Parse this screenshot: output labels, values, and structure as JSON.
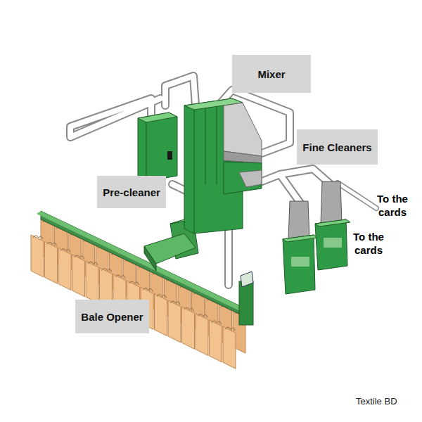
{
  "diagram": {
    "nodes": [
      {
        "text": [
          "Mixer"
        ]
      },
      {
        "text": [
          "Fine Cleaners"
        ]
      },
      {
        "text": [
          "Pre-cleaner"
        ]
      },
      {
        "text": [
          "Bale Opener"
        ]
      }
    ],
    "labels": [
      "To the cards",
      "To the cards",
      "Textile BD"
    ]
  }
}
